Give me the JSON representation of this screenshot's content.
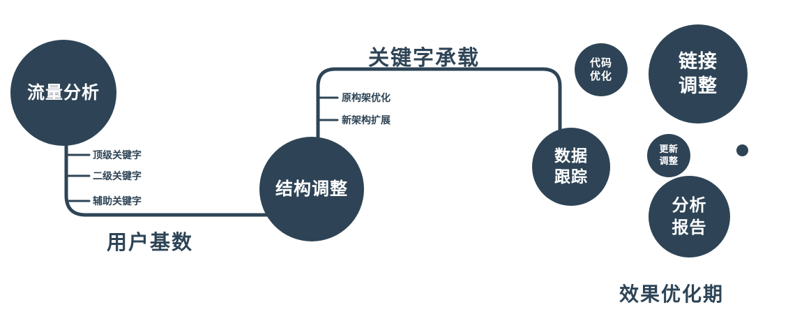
{
  "palette": {
    "primary": "#2e4456",
    "node_text": "#ffffff",
    "background": "#ffffff"
  },
  "nodes": {
    "traffic_analysis": {
      "lines": [
        "流量分析"
      ]
    },
    "structure_adjust": {
      "lines": [
        "结构调整"
      ]
    },
    "data_tracking": {
      "lines": [
        "数据",
        "跟踪"
      ]
    },
    "code_optimization": {
      "lines": [
        "代码",
        "优化"
      ]
    },
    "link_adjustment": {
      "lines": [
        "链接",
        "调整"
      ]
    },
    "update_adjustment": {
      "lines": [
        "更新",
        "调整"
      ]
    },
    "analysis_report": {
      "lines": [
        "分析",
        "报告"
      ]
    }
  },
  "edge_labels": {
    "user_base": "用户基数",
    "keyword_load": "关键字承载"
  },
  "branch_labels": {
    "keywords": [
      "顶级关键字",
      "二级关键字",
      "辅助关键字"
    ],
    "architecture": [
      "原构架优化",
      "新架构扩展"
    ]
  },
  "footer": {
    "phase_label": "效果优化期"
  }
}
